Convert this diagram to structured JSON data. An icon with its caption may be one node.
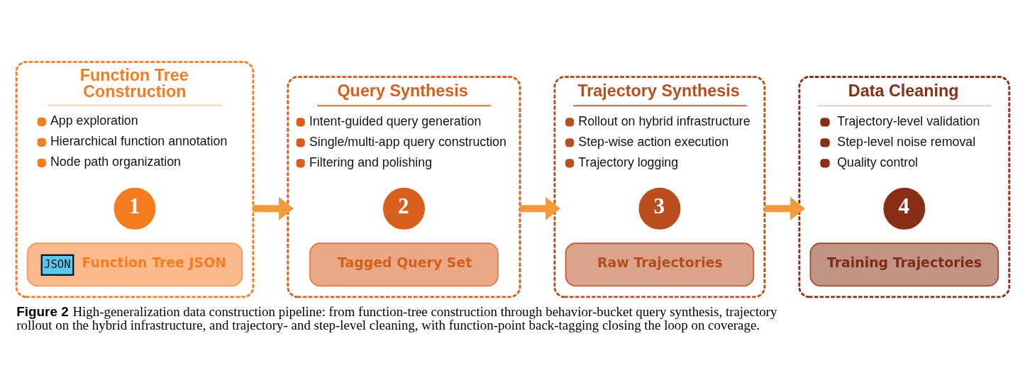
{
  "diagram": {
    "caption": "**Figure 2** High-generalization data construction pipeline: from function-tree construction through behavior-bucket query synthesis, trajectory rollout on the hybrid infrastructure, and trajectory- and step-level cleaning, with function-point back-tagging closing the loop on coverage.",
    "nodes": [
      {
        "text": [
          "Function Tree Construction",
          "App exploration",
          "Hierarchical function annotation",
          "Node path organization"
        ]
      },
      {
        "text": [
          "1"
        ],
        "in": 0
      },
      {
        "text": [
          "JSON",
          "Function Tree JSON"
        ],
        "in": 0
      },
      {
        "text": [
          "Query Synthesis",
          "Intent-guided query generation",
          "Single/multi-app query construction",
          "Filtering and polishing"
        ]
      },
      {
        "text": [
          "2"
        ],
        "in": 3
      },
      {
        "text": [
          "Tagged Query Set"
        ],
        "in": 3
      },
      {
        "text": [
          "Trajectory Synthesis",
          "Rollout on hybrid infrastructure",
          "Step-wise action execution",
          "Trajectory logging"
        ]
      },
      {
        "text": [
          "3"
        ],
        "in": 6
      },
      {
        "text": [
          "Raw Trajectories"
        ],
        "in": 6
      },
      {
        "text": [
          "Data Cleaning",
          "Trajectory-level validation",
          "Step-level noise removal",
          "Quality control"
        ]
      },
      {
        "text": [
          "4"
        ],
        "in": 9
      },
      {
        "text": [
          "Training Trajectories"
        ],
        "in": 9
      }
    ],
    "edges": [
      {
        "from": 0,
        "to": 3,
        "arrow": "to"
      },
      {
        "from": 3,
        "to": 6,
        "arrow": "to"
      },
      {
        "from": 6,
        "to": 9,
        "arrow": "to"
      }
    ]
  }
}
